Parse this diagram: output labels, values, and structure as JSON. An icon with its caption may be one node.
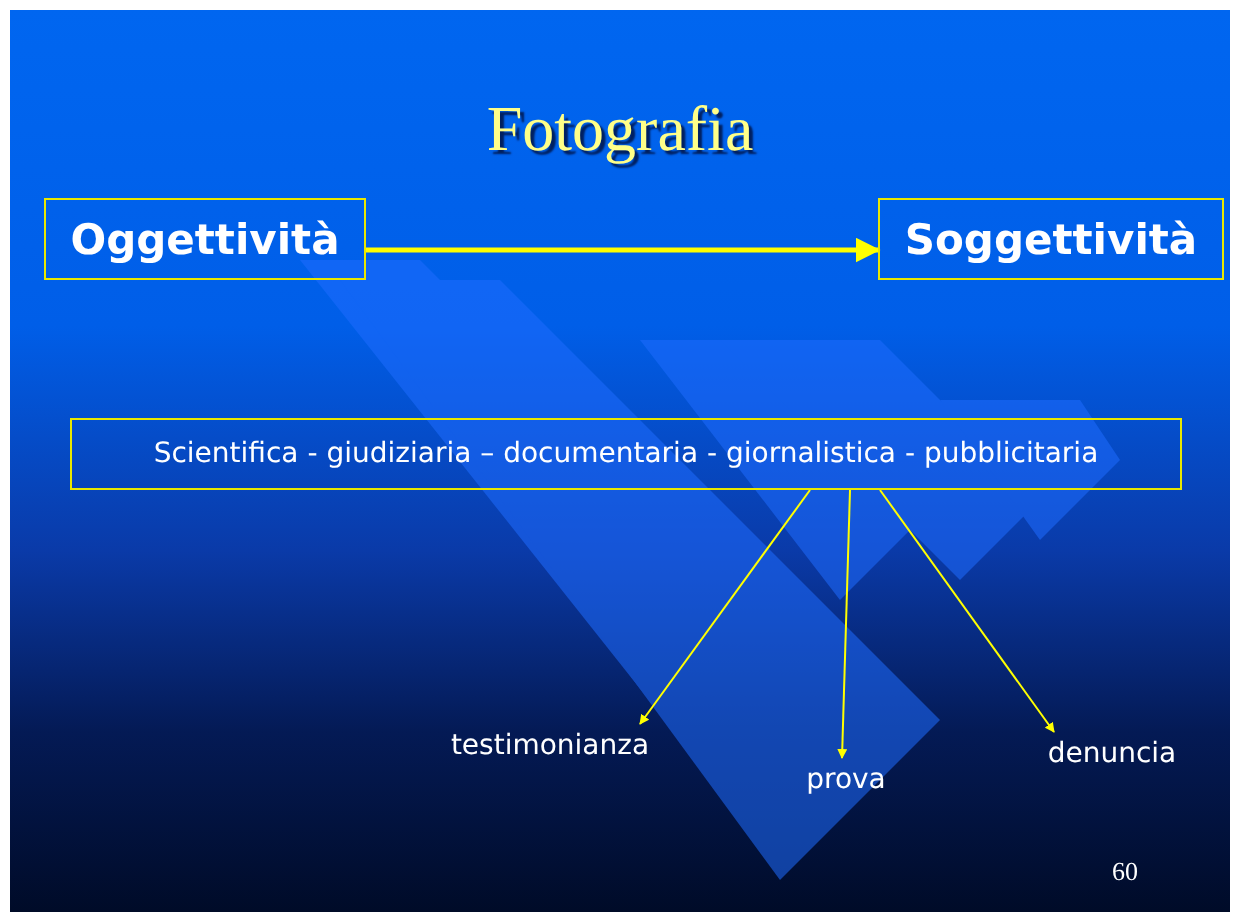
{
  "diagram": {
    "title": "Fotografia",
    "nodes": [
      {
        "text": [
          "Oggettività"
        ]
      },
      {
        "text": [
          "Soggettività"
        ]
      },
      {
        "text": [
          "Scientifica - giudiziaria – documentaria -  giornalistica - pubblicitaria"
        ]
      },
      {
        "text": [
          "testimonianza"
        ]
      },
      {
        "text": [
          "prova"
        ]
      },
      {
        "text": [
          "denuncia"
        ]
      }
    ],
    "edges": [
      {
        "from": 0,
        "to": 1,
        "arrow": "to",
        "style": "thick"
      },
      {
        "from": 2,
        "to": 3,
        "arrow": "to"
      },
      {
        "from": 2,
        "to": 4,
        "arrow": "to"
      },
      {
        "from": 2,
        "to": 5,
        "arrow": "to"
      }
    ],
    "labels": [
      "60"
    ]
  }
}
